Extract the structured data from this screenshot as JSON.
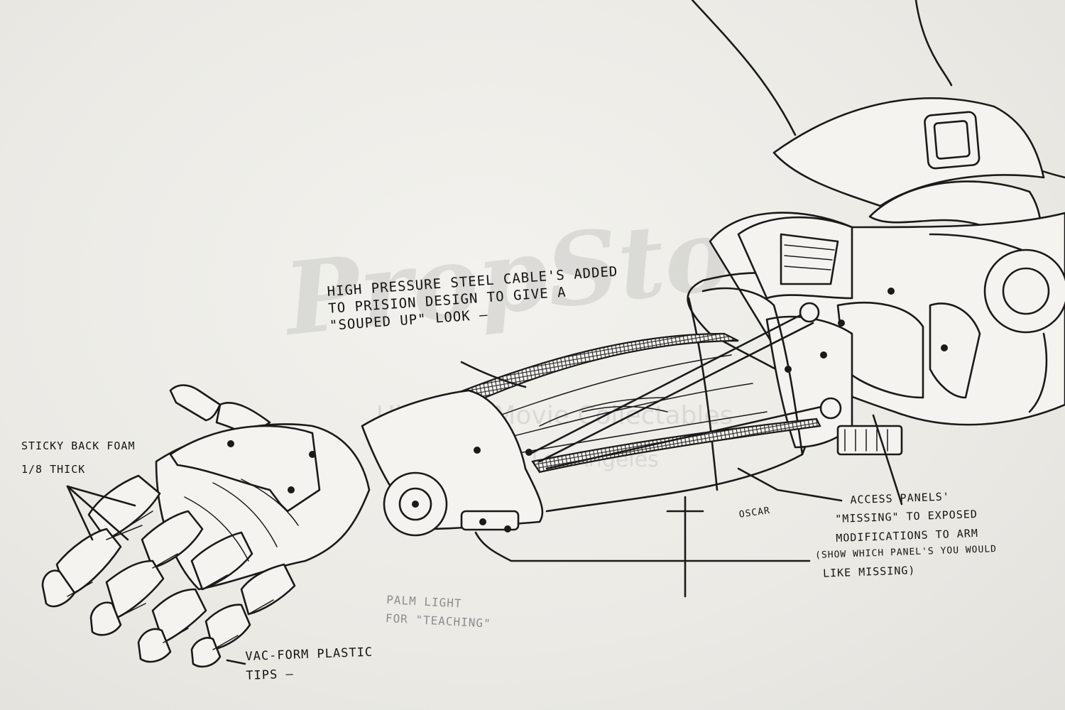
{
  "watermark": {
    "brand": "PropStore",
    "tagline": "Ultimate Movie Collectables",
    "cities": "London · Los Angeles"
  },
  "annotations": {
    "cables": [
      "HIGH PRESSURE STEEL CABLE'S ADDED",
      "TO PRISION DESIGN TO GIVE A",
      "\"SOUPED UP\" LOOK —"
    ],
    "foam": [
      "STICKY BACK FOAM",
      "1/8 THICK"
    ],
    "panels": [
      "ACCESS PANELS'",
      "\"MISSING\" TO EXPOSED",
      "MODIFICATIONS TO ARM",
      "(SHOW WHICH PANEL'S YOU WOULD",
      "LIKE MISSING)"
    ],
    "tips": [
      "VAC-FORM PLASTIC",
      "TIPS —"
    ],
    "palm": [
      "PALM LIGHT",
      "FOR \"TEACHING\""
    ],
    "signature": "OSCAR"
  },
  "colors": {
    "ink": "#1a1a1a",
    "paper": "#ecebe6",
    "pencil": "#8d8d8d"
  }
}
